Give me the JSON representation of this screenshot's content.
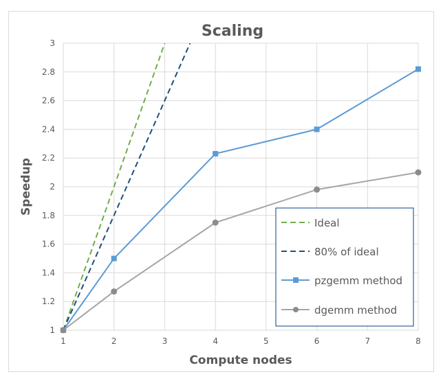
{
  "chart_data": {
    "type": "line",
    "title": "Scaling",
    "xlabel": "Compute nodes",
    "ylabel": "Speedup",
    "xlim": [
      1,
      8
    ],
    "ylim": [
      1,
      3
    ],
    "x_ticks": [
      "1",
      "2",
      "3",
      "4",
      "5",
      "6",
      "7",
      "8"
    ],
    "y_ticks": [
      "1",
      "1.2",
      "1.4",
      "1.6",
      "1.8",
      "2",
      "2.2",
      "2.4",
      "2.6",
      "2.8",
      "3"
    ],
    "grid": true,
    "legend_position": "lower right (inside plot)",
    "series": [
      {
        "name": "Ideal",
        "style": "dashed",
        "color": "#70ad47",
        "x": [
          1,
          3
        ],
        "values": [
          1,
          3
        ]
      },
      {
        "name": "80% of ideal",
        "style": "dashed",
        "color": "#1f4e79",
        "x": [
          1,
          3.5
        ],
        "values": [
          1,
          3
        ]
      },
      {
        "name": "pzgemm method",
        "style": "solid",
        "marker": "square",
        "color": "#5b9bd5",
        "x": [
          1,
          2,
          4,
          6,
          8
        ],
        "values": [
          1,
          1.5,
          2.23,
          2.4,
          2.82
        ]
      },
      {
        "name": "dgemm method",
        "style": "solid",
        "marker": "circle",
        "color": "#a5a5a5",
        "x": [
          1,
          2,
          4,
          6,
          8
        ],
        "values": [
          1,
          1.27,
          1.75,
          1.98,
          2.1
        ]
      }
    ]
  },
  "legend": {
    "items": [
      "Ideal",
      "80% of ideal",
      "pzgemm method",
      "dgemm method"
    ],
    "border_color": "#2e5f98"
  },
  "colors": {
    "grid": "#d9d9d9",
    "text": "#595959"
  }
}
